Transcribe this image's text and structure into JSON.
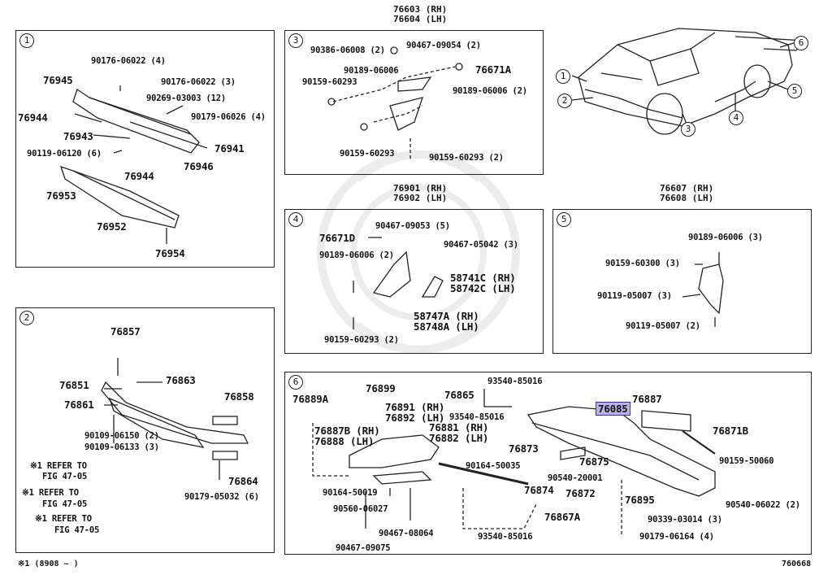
{
  "headers": {
    "p3_top": [
      "76603 (RH)",
      "76604 (LH)"
    ],
    "p4_top": [
      "76901 (RH)",
      "76902 (LH)"
    ],
    "p5_top": [
      "76607 (RH)",
      "76608 (LH)"
    ]
  },
  "panel_numbers": [
    "1",
    "2",
    "3",
    "4",
    "5",
    "6"
  ],
  "car_callouts": [
    "1",
    "2",
    "3",
    "4",
    "5",
    "6"
  ],
  "p1": [
    "90176-06022 (4)",
    "76945",
    "90176-06022 (3)",
    "90269-03003 (12)",
    "76944",
    "90179-06026 (4)",
    "76943",
    "76941",
    "90119-06120 (6)",
    "76946",
    "76944",
    "76953",
    "76952",
    "76954"
  ],
  "p2": [
    "76857",
    "76851",
    "76863",
    "76861",
    "76858",
    "90109-06150 (2)",
    "90109-06133 (3)",
    "※1 REFER TO",
    "FIG 47-05",
    "76864",
    "※1 REFER TO",
    "FIG 47-05",
    "90179-05032 (6)",
    "※1 REFER TO",
    "FIG 47-05"
  ],
  "p3": [
    "90386-06008 (2)",
    "90467-09054 (2)",
    "90189-06006",
    "76671A",
    "90159-60293",
    "90189-06006 (2)",
    "90159-60293",
    "90159-60293 (2)"
  ],
  "p4": [
    "76671D",
    "90467-09053 (5)",
    "90467-05042 (3)",
    "90189-06006 (2)",
    "58741C (RH)",
    "58742C (LH)",
    "58747A (RH)",
    "58748A (LH)",
    "90159-60293 (2)"
  ],
  "p5": [
    "90189-06006 (3)",
    "90159-60300 (3)",
    "90119-05007 (3)",
    "90119-05007 (2)"
  ],
  "p6": [
    "93540-85016",
    "76865",
    "76889A",
    "76899",
    "76891 (RH)",
    "76892 (LH)",
    "93540-85016",
    "76085",
    "76887",
    "76871B",
    "76887B (RH)",
    "76888 (LH)",
    "76881 (RH)",
    "76882 (LH)",
    "76873",
    "76875",
    "90159-50060",
    "90164-50035",
    "90540-20001",
    "76874",
    "76872",
    "76895",
    "90540-06022 (2)",
    "90164-50019",
    "90560-06027",
    "76867A",
    "90339-03014 (3)",
    "90467-08064",
    "93540-85016",
    "90179-06164 (4)",
    "90467-09075"
  ],
  "footer_left": "※1 (8908 ~      )",
  "footer_right": "760668"
}
